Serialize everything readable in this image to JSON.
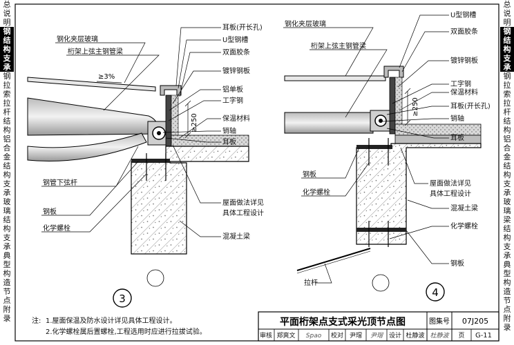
{
  "left_tabs": [
    {
      "text": "总"
    },
    {
      "text": "说"
    },
    {
      "text": "明"
    },
    {
      "text": "钢",
      "hl": true
    },
    {
      "text": "结",
      "hl": true
    },
    {
      "text": "构",
      "hl": true
    },
    {
      "text": "支",
      "hl": true
    },
    {
      "text": "承",
      "hl": true
    },
    {
      "text": "钢"
    },
    {
      "text": "拉"
    },
    {
      "text": "索"
    },
    {
      "text": "拉"
    },
    {
      "text": "杆"
    },
    {
      "text": "结"
    },
    {
      "text": "构"
    },
    {
      "text": "铝"
    },
    {
      "text": "合"
    },
    {
      "text": "金"
    },
    {
      "text": "结"
    },
    {
      "text": "构"
    },
    {
      "text": "支"
    },
    {
      "text": "承"
    },
    {
      "text": "玻"
    },
    {
      "text": "璃"
    },
    {
      "text": "结"
    },
    {
      "text": "构"
    },
    {
      "text": "支"
    },
    {
      "text": "承"
    },
    {
      "text": "典"
    },
    {
      "text": "型"
    },
    {
      "text": "构"
    },
    {
      "text": "造"
    },
    {
      "text": "节"
    },
    {
      "text": "点"
    },
    {
      "text": "附"
    },
    {
      "text": "录"
    }
  ],
  "right_tabs": [
    {
      "text": "总"
    },
    {
      "text": "说"
    },
    {
      "text": "明"
    },
    {
      "text": "钢",
      "hl": true
    },
    {
      "text": "结",
      "hl": true
    },
    {
      "text": "构",
      "hl": true
    },
    {
      "text": "支",
      "hl": true
    },
    {
      "text": "承",
      "hl": true
    },
    {
      "text": "钢"
    },
    {
      "text": "拉"
    },
    {
      "text": "索"
    },
    {
      "text": "拉"
    },
    {
      "text": "杆"
    },
    {
      "text": "结"
    },
    {
      "text": "构"
    },
    {
      "text": "铝"
    },
    {
      "text": "合"
    },
    {
      "text": "金"
    },
    {
      "text": "结"
    },
    {
      "text": "构"
    },
    {
      "text": "支"
    },
    {
      "text": "承"
    },
    {
      "text": "玻"
    },
    {
      "text": "璃"
    },
    {
      "text": "梁"
    },
    {
      "text": "结"
    },
    {
      "text": "构"
    },
    {
      "text": "支"
    },
    {
      "text": "承"
    },
    {
      "text": "典"
    },
    {
      "text": "型"
    },
    {
      "text": "构"
    },
    {
      "text": "造"
    },
    {
      "text": "节"
    },
    {
      "text": "点"
    },
    {
      "text": "附"
    },
    {
      "text": "录"
    }
  ],
  "detail3": {
    "number": "3",
    "labels": {
      "earplate_slot": "耳板(开长孔)",
      "u_channel": "U型钢槽",
      "glass": "钢化夹层玻璃",
      "top_chord": "桁架上弦主钢管梁",
      "double_tape": "双面胶条",
      "galv_plate": "镀锌钢板",
      "al_plate": "铝单板",
      "i_steel": "工字钢",
      "insulation": "保温材料",
      "pin": "销轴",
      "earplate": "耳板",
      "bottom_chord": "钢管下弦杆",
      "roof_note_1": "屋面做法详见",
      "roof_note_2": "具体工程设计",
      "steel_plate": "钢板",
      "chem_bolt": "化学螺栓",
      "concrete_beam": "混凝土梁",
      "slope": "≥3%",
      "dim": "≥250"
    }
  },
  "detail4": {
    "number": "4",
    "labels": {
      "u_channel": "U型钢槽",
      "glass": "钢化夹层玻璃",
      "double_tape": "双面胶条",
      "top_chord": "桁架上弦主钢管梁",
      "galv_plate": "镀锌钢板",
      "i_steel": "工字钢",
      "insulation": "保温材料",
      "earplate_slot": "耳板(开长孔)",
      "pin": "销轴",
      "earplate": "耳板",
      "steel_plate": "钢板",
      "roof_note_1": "屋面做法详见",
      "roof_note_2": "具体工程设计",
      "chem_bolt": "化学螺栓",
      "concrete_beam": "混凝土梁",
      "chem_bolt_2": "化学螺栓",
      "steel_plate_2": "钢板",
      "tie_rod": "拉杆",
      "dim": "≥250"
    }
  },
  "notes": {
    "prefix": "注:",
    "line1": "1.屋面保温及防水设计详见具体工程设计。",
    "line2": "2.化学螺栓属后置螺栓,工程选用时应进行拉拔试验。"
  },
  "title_block": {
    "title": "平面桁架点支式采光顶节点图",
    "atlas_label": "图集号",
    "atlas_no": "07J205",
    "review_label": "审核",
    "reviewer": "郑爽文",
    "review_sign": "Spao",
    "check_label": "校对",
    "checker": "尹瑁",
    "check_sign": "尹瑁",
    "design_label": "设计",
    "designer": "杜静波",
    "design_sign": "杜静波",
    "page_label": "页",
    "page_no": "G-11"
  }
}
